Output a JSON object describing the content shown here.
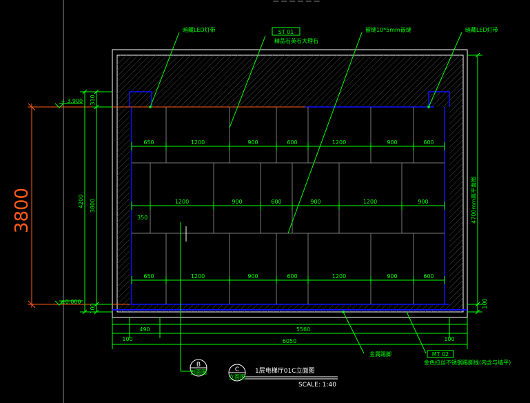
{
  "header": {
    "partial_title": "— — — — — —"
  },
  "callouts": {
    "led_left": "暗藏LED灯带",
    "stone_tag": "ST 01",
    "stone_desc": "精品石英石大理石",
    "seam": "留缝10*5mm嵌缝",
    "led_right": "暗藏LED灯带",
    "metal_tag": "MT 02",
    "metal_desc": "金色拉丝不锈钢踢脚线(内含与墙平)",
    "bottom_note": "金属踢脚"
  },
  "levels": {
    "top": "+ 3.900",
    "bottom": "±0.000"
  },
  "dims": {
    "big_height": "3800",
    "left_total": "4200",
    "left_inner": "3800",
    "left_top": "310",
    "left_bottom": "100",
    "right_note": "4700mm高平面图",
    "right_bottom": "100",
    "row_left_offset": "350",
    "row1": [
      "650",
      "1200",
      "900",
      "600",
      "1200",
      "900",
      "600"
    ],
    "row2": [
      "1200",
      "900",
      "600",
      "900",
      "1200",
      "900"
    ],
    "row3": [
      "650",
      "1200",
      "900",
      "600",
      "1200",
      "900",
      "600"
    ],
    "bottom_first": "490",
    "bottom_main": "5560",
    "bottom_total": "6050",
    "bottom_small_left": "100",
    "bottom_small_right": "100"
  },
  "section_marker": {
    "letter": "B",
    "sub": "剖面图"
  },
  "view_marker": {
    "letter": "C",
    "sub": "立面图"
  },
  "title": "1层电梯厅01C立面图",
  "scale": "SCALE: 1:40",
  "colors": {
    "green": "#00ff00",
    "white": "#ffffff",
    "orange": "#ff5a1a",
    "blue": "#1010ff",
    "gray": "#7a7a7a"
  }
}
